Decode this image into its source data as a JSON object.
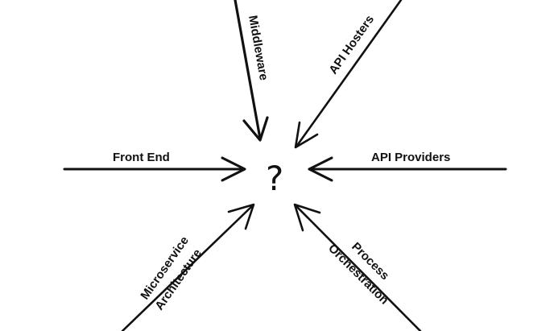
{
  "diagram": {
    "center_symbol": "?",
    "colors": {
      "ink": "#111111",
      "background": "#ffffff"
    },
    "arrows": [
      {
        "id": "middleware",
        "label": "Middleware",
        "direction": "from-top"
      },
      {
        "id": "api-hosters",
        "label": "API Hosters",
        "direction": "from-top-right"
      },
      {
        "id": "front-end",
        "label": "Front End",
        "direction": "from-left"
      },
      {
        "id": "api-providers",
        "label": "API Providers",
        "direction": "from-right"
      },
      {
        "id": "microservice-architecture",
        "label_lines": [
          "Microservice",
          "Architecture"
        ],
        "direction": "from-bottom-left"
      },
      {
        "id": "process-orchestration",
        "label_lines": [
          "Process",
          "Orchestration"
        ],
        "direction": "from-bottom-right"
      }
    ]
  }
}
